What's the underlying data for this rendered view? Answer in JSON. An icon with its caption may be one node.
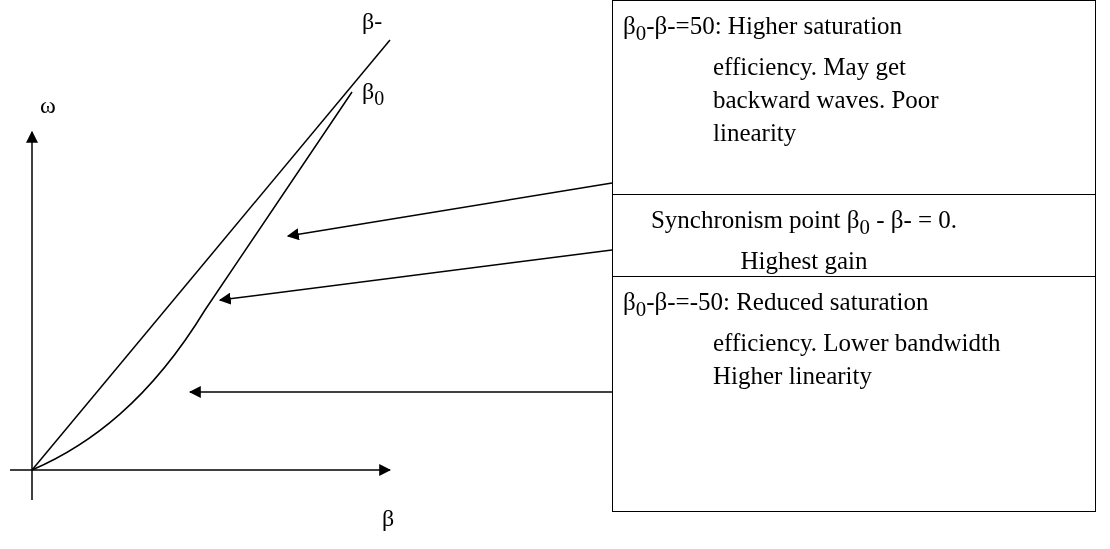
{
  "diagram": {
    "nodes": [
      {
        "text": [
          "β$_{0}$-β-=50:  Higher saturation efficiency. May get backward waves. Poor linearity"
        ]
      },
      {
        "text": [
          "Synchronism point β$_{0}$ - β- = 0. Highest gain"
        ]
      },
      {
        "text": [
          "β$_{0}$-β-=-50: Reduced saturation efficiency. Lower bandwidth",
          "Higher linearity"
        ]
      }
    ],
    "edges": [
      {
        "from": 0,
        "to": null,
        "arrow": "to"
      },
      {
        "from": 1,
        "to": null,
        "arrow": "to"
      },
      {
        "from": 2,
        "to": null,
        "arrow": "to"
      }
    ],
    "labels": [
      "ω",
      "β-",
      "β$_{0}$",
      "β"
    ]
  }
}
